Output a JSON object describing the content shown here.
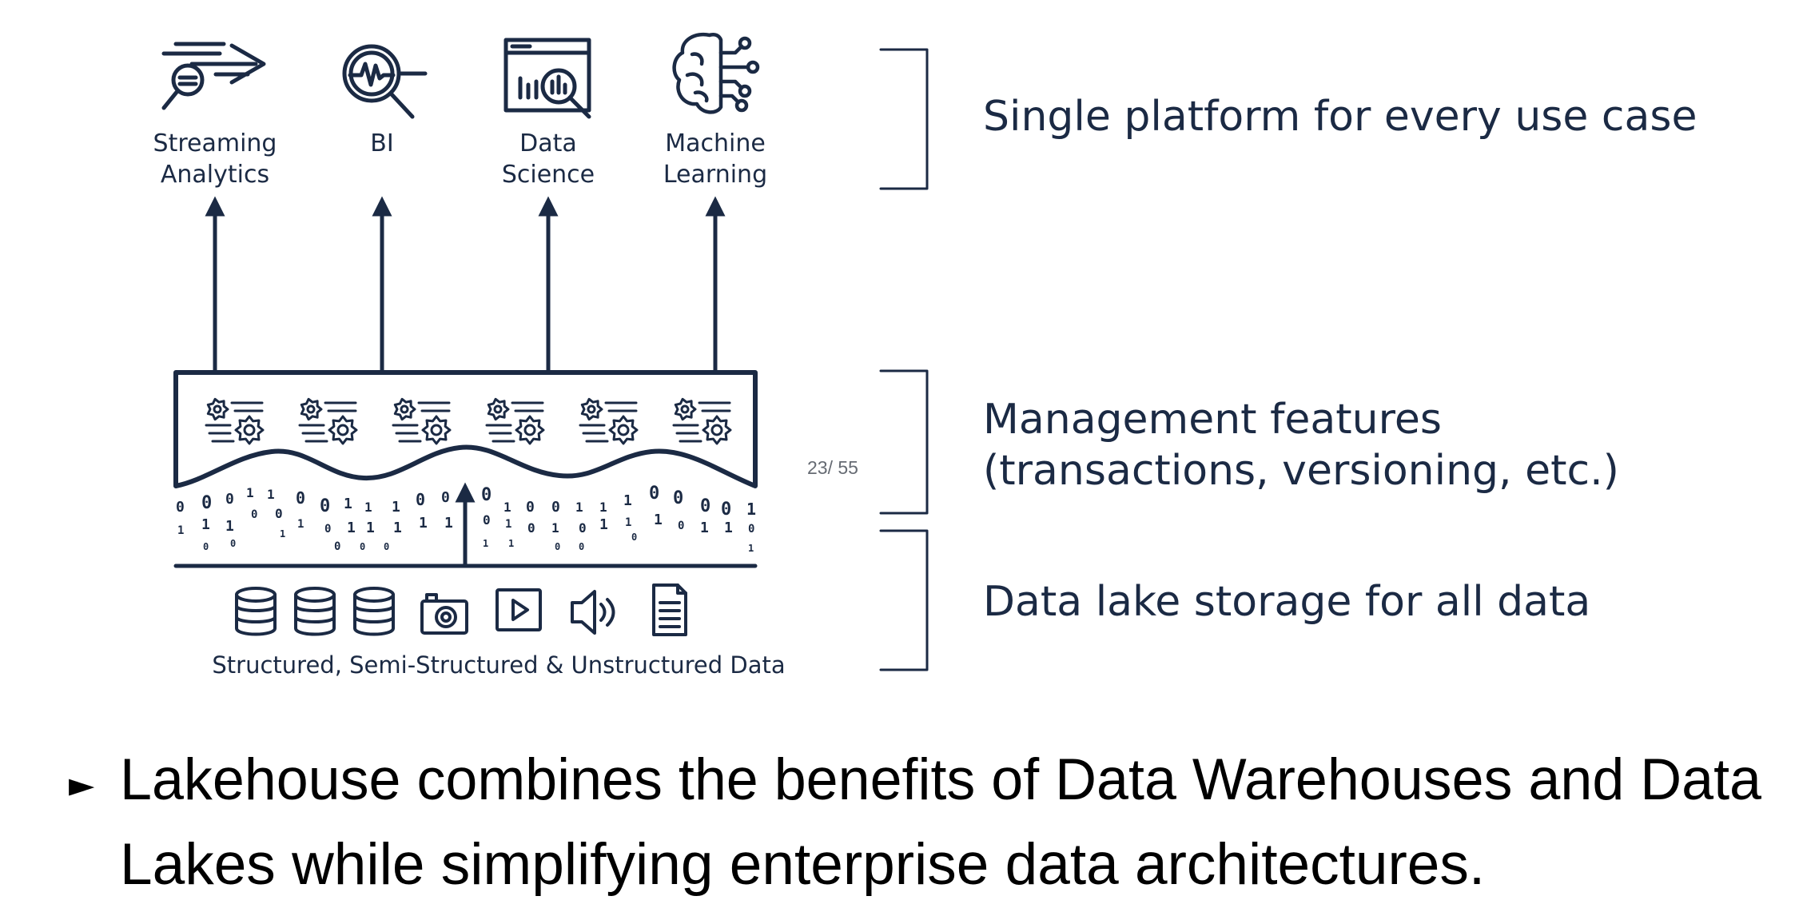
{
  "diagram": {
    "use_cases": [
      {
        "icon": "streaming-analytics-icon",
        "line1": "Streaming",
        "line2": "Analytics"
      },
      {
        "icon": "bi-icon",
        "line1": "BI",
        "line2": ""
      },
      {
        "icon": "data-science-icon",
        "line1": "Data",
        "line2": "Science"
      },
      {
        "icon": "machine-learning-icon",
        "line1": "Machine",
        "line2": "Learning"
      }
    ],
    "layer_labels": {
      "top": "Single platform for every use case",
      "middle_line1": "Management features",
      "middle_line2": "(transactions, versioning, etc.)",
      "bottom": "Data lake storage for all data"
    },
    "storage_caption": "Structured, Semi-Structured & Unstructured Data",
    "storage_icons": [
      "database-icon",
      "database-icon",
      "database-icon",
      "camera-icon",
      "video-play-icon",
      "speaker-icon",
      "document-icon"
    ],
    "gear_icons": [
      "gear-icon",
      "gear-icon",
      "gear-icon",
      "gear-icon",
      "gear-icon",
      "gear-icon"
    ],
    "page_number": "23/ 55"
  },
  "bullet": {
    "marker": "►",
    "line1": "Lakehouse combines the benefits of Data Warehouses and Data",
    "line2": "Lakes while simplifying enterprise data architectures."
  }
}
